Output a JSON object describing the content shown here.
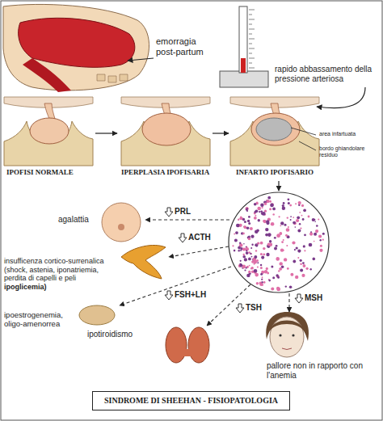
{
  "diagram": {
    "title": "SINDROME DI SHEEHAN - FISIOPATOLOGIA",
    "labels": [
      "emorragia post-partum",
      "rapido abbassamento della pressione arteriosa",
      "IPOFISI NORMALE",
      "IPERPLASIA IPOFISARIA",
      "INFARTO IPOFISARIO",
      "area infartuata",
      "bordo ghiandolare residuo",
      "PRL",
      "agalattia",
      "ACTH",
      "insufficenza cortico-surrenalica (shock, astenia, iponatriemia, perdita di capelli e peli",
      "ipoglicemia)",
      "FSH+LH",
      "ipoestrogenemia, oligo-amenorrea",
      "TSH",
      "ipotiroidismo",
      "MSH",
      "pallore non in rapporto con l'anemia"
    ]
  }
}
